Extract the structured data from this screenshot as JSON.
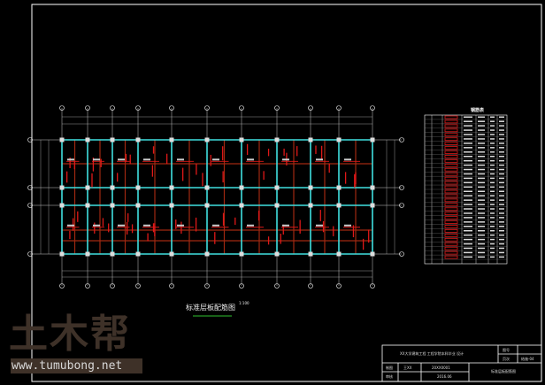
{
  "drawing": {
    "plan_title": "标准层板配筋图",
    "plan_scale": "1:100",
    "table_title": "钢筋表",
    "colors": {
      "beam": "#40e0e0",
      "rebar": "#e01818",
      "rebar_dark": "#a02810",
      "axis": "#ffffff",
      "dim": "#bbbbbb"
    }
  },
  "title_block": {
    "school": "XX大学建筑工程 工程学院本科毕业 设计",
    "label_drawn": "制图",
    "label_checked": "审核",
    "drawer_name": "王XX",
    "student_no": "20XX0001",
    "date": "2016.06",
    "drawing_name": "标准层板配筋图",
    "label_no": "图号",
    "label_page": "页次",
    "sheet_no": "结施-04"
  },
  "watermark": {
    "logo": "土木帮",
    "url": "www.tumubong.net"
  }
}
